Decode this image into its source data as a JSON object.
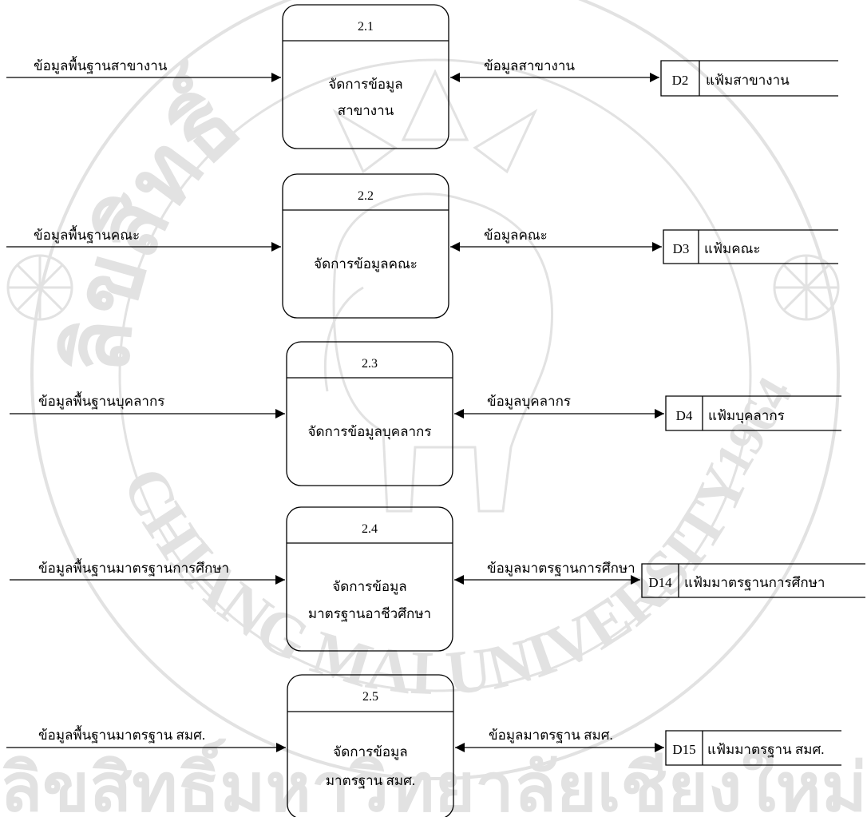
{
  "watermark": {
    "color": "#e2e2e2",
    "arc_text": [
      "ลิขสิทธิ์",
      "CHIANG MAI UNIVERSITY",
      "1964"
    ],
    "bottom_text": "ลิขสิทธิ์มหาวิทยาลัยเชียงใหม่"
  },
  "processes": [
    {
      "id": "2.1",
      "lines": [
        "จัดการข้อมูล",
        "สาขางาน"
      ]
    },
    {
      "id": "2.2",
      "lines": [
        "จัดการข้อมูลคณะ"
      ]
    },
    {
      "id": "2.3",
      "lines": [
        "จัดการข้อมูลบุคลากร"
      ]
    },
    {
      "id": "2.4",
      "lines": [
        "จัดการข้อมูล",
        "มาตรฐานอาชีวศึกษา"
      ]
    },
    {
      "id": "2.5",
      "lines": [
        "จัดการข้อมูล",
        "มาตรฐาน สมศ."
      ]
    }
  ],
  "inputs": [
    "ข้อมูลพื้นฐานสาขางาน",
    "ข้อมูลพื้นฐานคณะ",
    "ข้อมูลพื้นฐานบุคลากร",
    "ข้อมูลพื้นฐานมาตรฐานการศึกษา",
    "ข้อมูลพื้นฐานมาตรฐาน สมศ."
  ],
  "flows": [
    "ข้อมูลสาขางาน",
    "ข้อมูลคณะ",
    "ข้อมูลบุคลากร",
    "ข้อมูลมาตรฐานการศึกษา",
    "ข้อมูลมาตรฐาน สมศ."
  ],
  "stores": [
    {
      "id": "D2",
      "name": "แฟ้มสาขางาน"
    },
    {
      "id": "D3",
      "name": "แฟ้มคณะ"
    },
    {
      "id": "D4",
      "name": "แฟ้มบุคลากร"
    },
    {
      "id": "D14",
      "name": "แฟ้มมาตรฐานการศึกษา"
    },
    {
      "id": "D15",
      "name": "แฟ้มมาตรฐาน สมศ."
    }
  ]
}
